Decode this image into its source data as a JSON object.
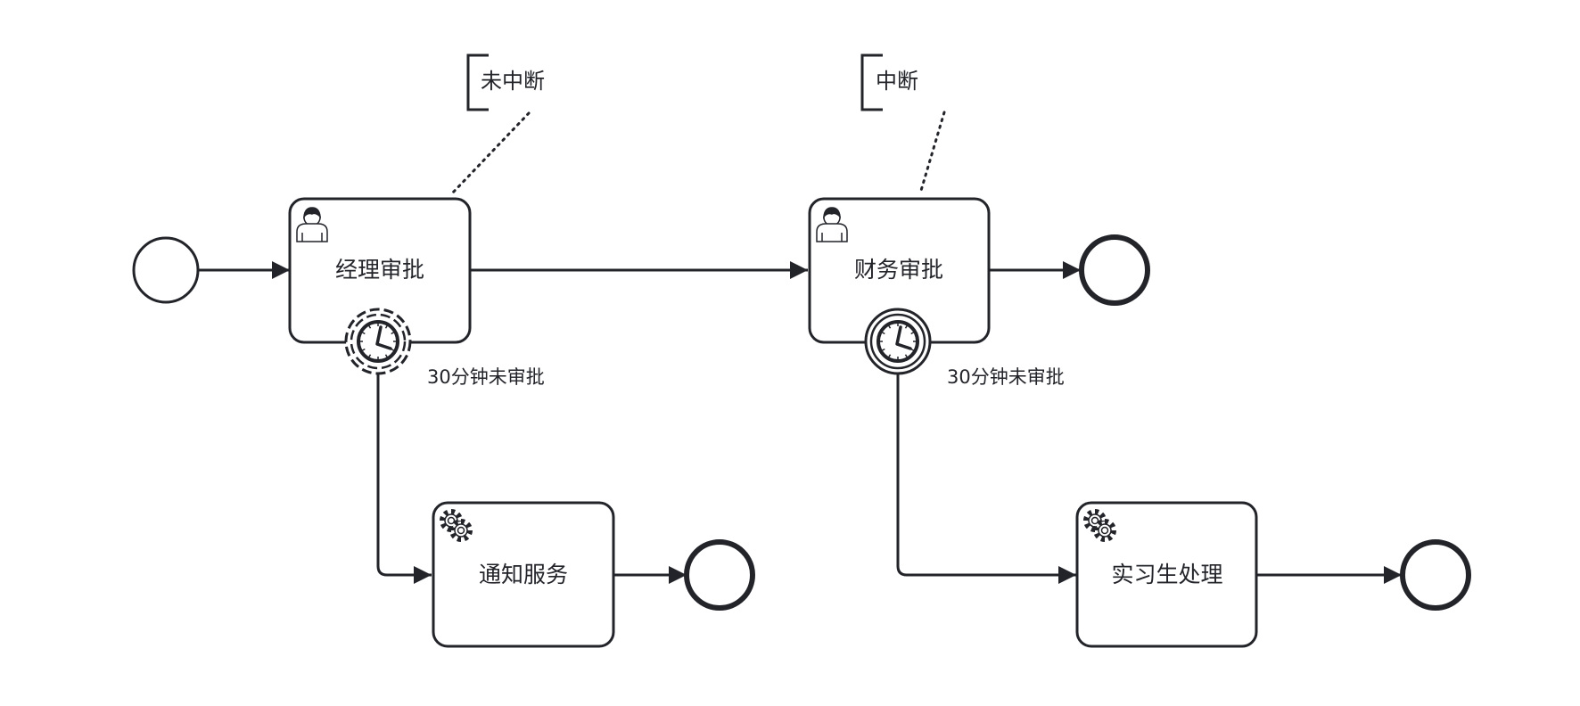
{
  "tasks": {
    "manager_approval": {
      "label": "经理审批",
      "type": "user-task"
    },
    "finance_approval": {
      "label": "财务审批",
      "type": "user-task"
    },
    "notify_service": {
      "label": "通知服务",
      "type": "service-task"
    },
    "intern_process": {
      "label": "实习生处理",
      "type": "service-task"
    }
  },
  "annotations": {
    "non_interrupting": "未中断",
    "interrupting": "中断"
  },
  "boundary_events": {
    "manager_timer": {
      "label": "30分钟未审批",
      "interrupting": false
    },
    "finance_timer": {
      "label": "30分钟未审批",
      "interrupting": true
    }
  },
  "colors": {
    "stroke": "#22242a",
    "fill": "#ffffff"
  }
}
